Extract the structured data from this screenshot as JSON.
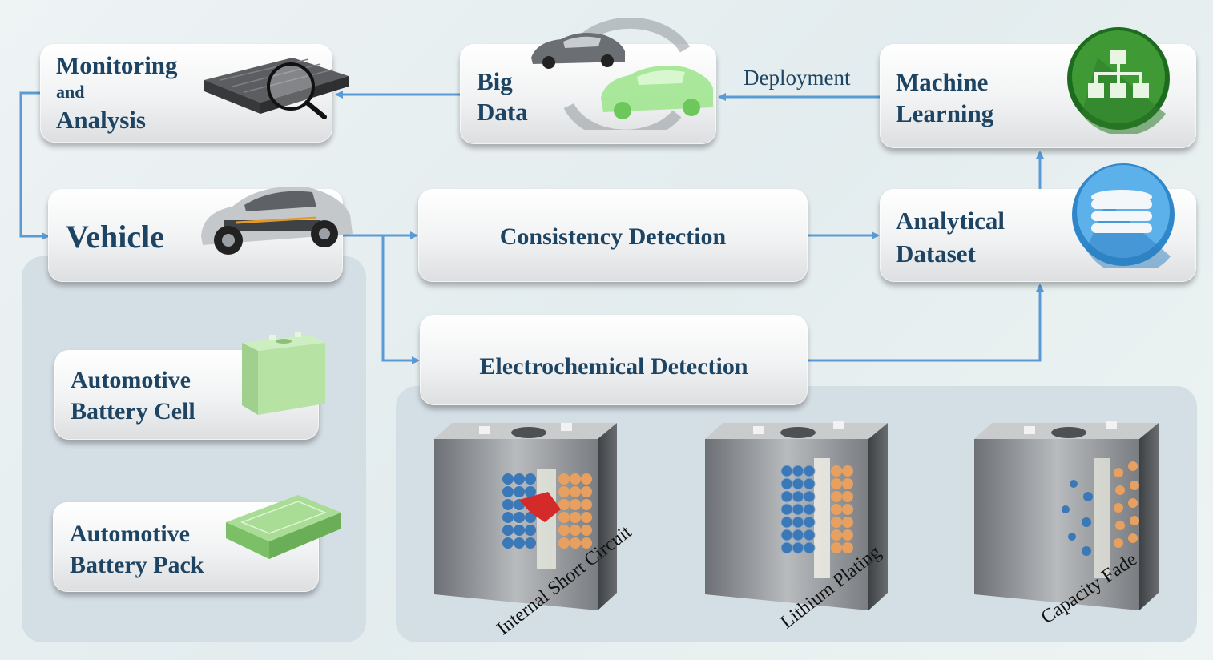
{
  "monitoring": {
    "line1": "Monitoring",
    "line2": "and",
    "line3": "Analysis"
  },
  "big_data": {
    "line1": "Big",
    "line2": "Data"
  },
  "deployment_label": "Deployment",
  "machine_learning": {
    "line1": "Machine",
    "line2": "Learning"
  },
  "vehicle": {
    "label": "Vehicle"
  },
  "consistency": {
    "label": "Consistency Detection"
  },
  "analytical": {
    "line1": "Analytical",
    "line2": "Dataset"
  },
  "electrochemical": {
    "label": "Electrochemical Detection"
  },
  "battery_cell": {
    "line1": "Automotive",
    "line2": "Battery Cell"
  },
  "battery_pack": {
    "line1": "Automotive",
    "line2": "Battery Pack"
  },
  "faults": [
    {
      "label": "Internal Short Circuit"
    },
    {
      "label": "Lithium Plating"
    },
    {
      "label": "Capacity Fade"
    }
  ],
  "colors": {
    "arrow": "#5b9bd5",
    "text": "#1d4463",
    "panel": "#d4dee5",
    "accent_green": "#8fd27a"
  },
  "icons": [
    "battery-pack-magnifier-icon",
    "car-cycle-icon",
    "network-hierarchy-icon",
    "car-chassis-icon",
    "database-icon",
    "battery-cell-icon",
    "battery-module-icon"
  ]
}
